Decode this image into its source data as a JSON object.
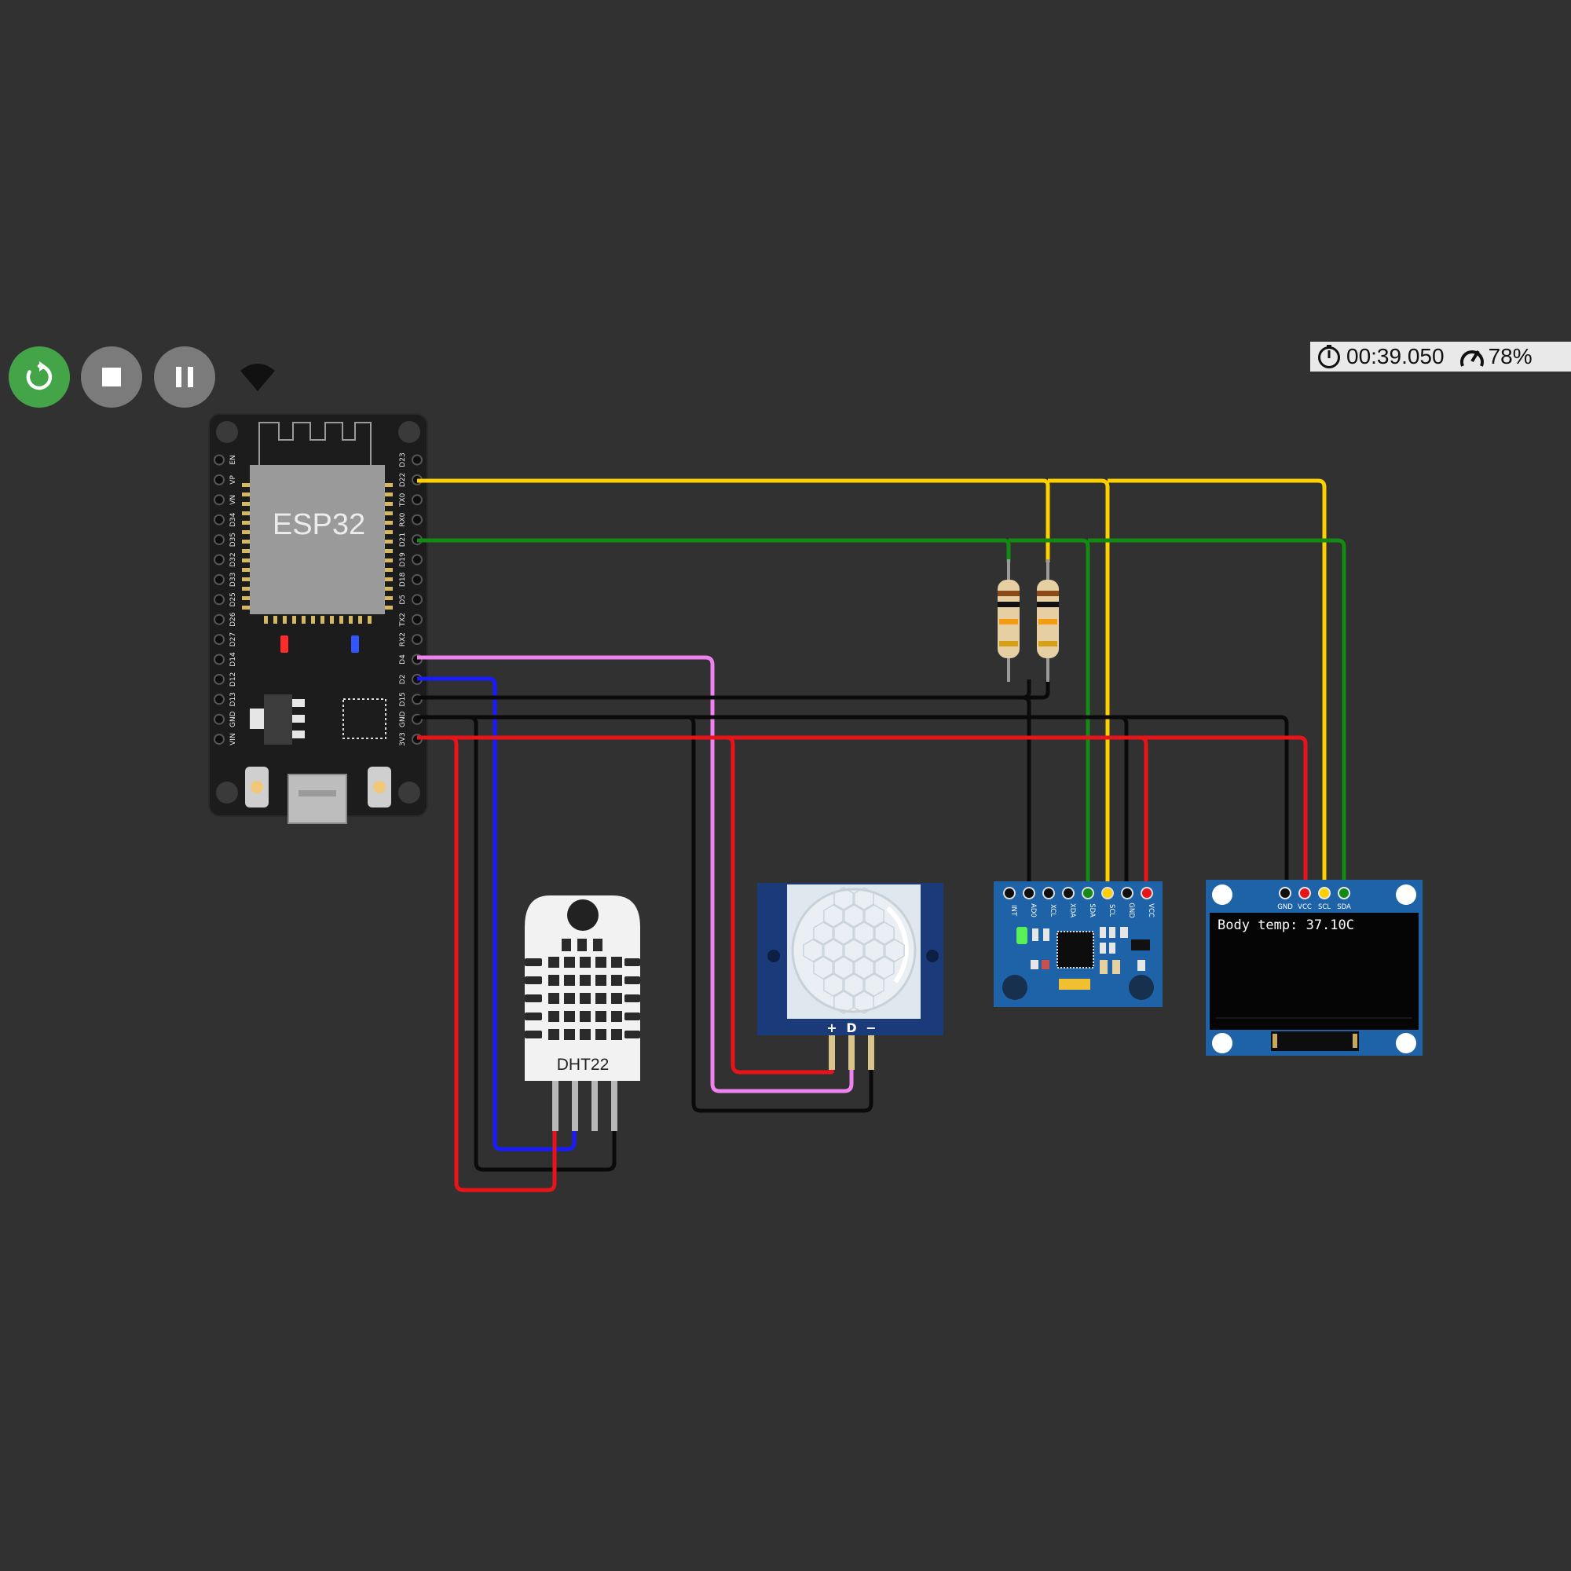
{
  "toolbar": {
    "restart": "restart",
    "stop": "stop",
    "pause": "pause",
    "wifi": "wifi"
  },
  "status": {
    "time": "00:39.050",
    "speed": "78%"
  },
  "esp32": {
    "label": "ESP32",
    "left_pins": [
      "EN",
      "VP",
      "VN",
      "D34",
      "D35",
      "D32",
      "D33",
      "D25",
      "D26",
      "D27",
      "D14",
      "D12",
      "D13",
      "GND",
      "VIN"
    ],
    "right_pins": [
      "D23",
      "D22",
      "TX0",
      "RX0",
      "D21",
      "D19",
      "D18",
      "D5",
      "TX2",
      "RX2",
      "D4",
      "D2",
      "D15",
      "GND",
      "3V3"
    ]
  },
  "dht22": {
    "label": "DHT22"
  },
  "pir": {
    "pins": [
      "+",
      "D",
      "−"
    ]
  },
  "mpu6050": {
    "pins": [
      "INT",
      "AD0",
      "XCL",
      "XDA",
      "SDA",
      "SCL",
      "GND",
      "VCC"
    ]
  },
  "oled": {
    "pins": [
      "GND",
      "VCC",
      "SCL",
      "SDA"
    ],
    "screen_text": "Body temp: 37.10C"
  },
  "colors": {
    "background": "#313131",
    "wire_yellow": "#ffd000",
    "wire_green": "#138a13",
    "wire_red": "#e8141a",
    "wire_black": "#0a0a0a",
    "wire_blue": "#1a1aff",
    "wire_pink": "#ee82ee",
    "board_blue": "#1e63a8"
  }
}
